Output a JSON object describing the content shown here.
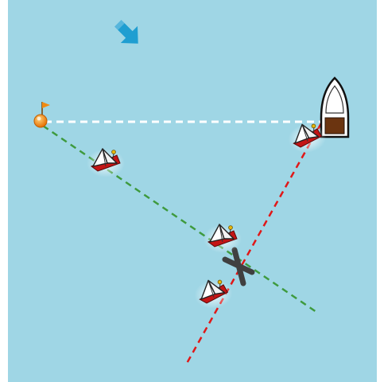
{
  "scene": {
    "water_color": "#9fd6e5",
    "wind_arrow_color": "#1f9ed1",
    "lines": [
      {
        "name": "start-line",
        "color": "#ffffff",
        "style": "dashed"
      },
      {
        "name": "port-layline",
        "color": "#3e9a3e",
        "style": "dashed"
      },
      {
        "name": "starboard-layline",
        "color": "#e01818",
        "style": "dashed"
      }
    ],
    "marks": [
      {
        "name": "pin-buoy",
        "body_color": "#f08a12",
        "flag_color": "#f08a12",
        "icon": "buoy-flag-icon"
      },
      {
        "name": "committee-boat",
        "hull_color": "#ffffff",
        "cabin_color": "#6b3410",
        "icon": "motorboat-icon"
      },
      {
        "name": "intersection-cross",
        "color": "#404040",
        "icon": "cross-icon"
      }
    ],
    "sailboats": [
      {
        "name": "sailboat-1",
        "icon": "sailboat-icon"
      },
      {
        "name": "sailboat-2",
        "icon": "sailboat-icon"
      },
      {
        "name": "sailboat-3",
        "icon": "sailboat-icon"
      },
      {
        "name": "sailboat-4",
        "icon": "sailboat-icon"
      }
    ]
  }
}
